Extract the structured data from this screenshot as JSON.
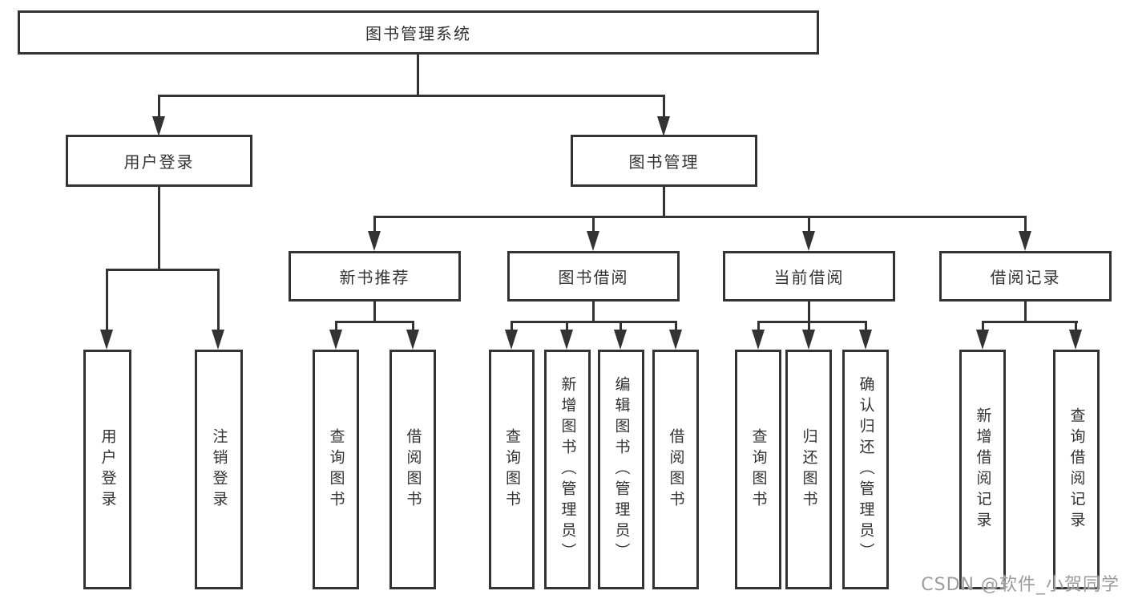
{
  "tree": {
    "root": {
      "label": "图书管理系统"
    },
    "level2": [
      {
        "id": "user-login",
        "label": "用户登录"
      },
      {
        "id": "book-management",
        "label": "图书管理"
      }
    ],
    "level3": [
      {
        "id": "new-book-recommend",
        "label": "新书推荐"
      },
      {
        "id": "book-borrow",
        "label": "图书借阅"
      },
      {
        "id": "current-borrow",
        "label": "当前借阅"
      },
      {
        "id": "borrow-records",
        "label": "借阅记录"
      }
    ],
    "leaves": [
      {
        "parent": "用户登录",
        "label": "用户登录"
      },
      {
        "parent": "用户登录",
        "label": "注销登录"
      },
      {
        "parent": "新书推荐",
        "label": "查询图书"
      },
      {
        "parent": "新书推荐",
        "label": "借阅图书"
      },
      {
        "parent": "图书借阅",
        "label": "查询图书"
      },
      {
        "parent": "图书借阅",
        "label": "新增图书（管理员）"
      },
      {
        "parent": "图书借阅",
        "label": "编辑图书（管理员）"
      },
      {
        "parent": "图书借阅",
        "label": "借阅图书"
      },
      {
        "parent": "当前借阅",
        "label": "查询图书"
      },
      {
        "parent": "当前借阅",
        "label": "归还图书"
      },
      {
        "parent": "当前借阅",
        "label": "确认归还（管理员）"
      },
      {
        "parent": "借阅记录",
        "label": "新增借阅记录"
      },
      {
        "parent": "借阅记录",
        "label": "查询借阅记录"
      }
    ]
  },
  "watermark": {
    "text": "CSDN @软件_小贺同学"
  },
  "colors": {
    "line": "#333333",
    "box_border": "#333333",
    "box_fill": "#ffffff",
    "text": "#333333",
    "watermark": "#9c9c9c",
    "background": "#ffffff"
  }
}
